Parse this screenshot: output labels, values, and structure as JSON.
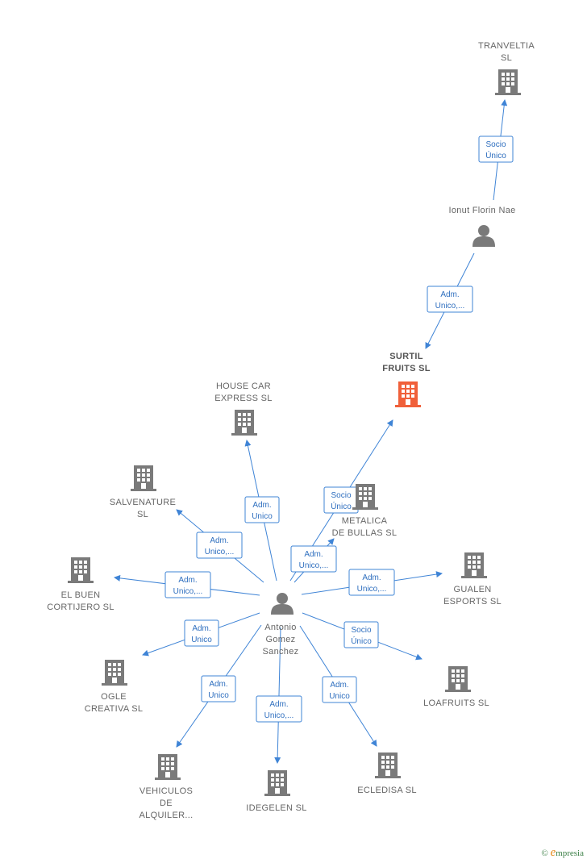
{
  "colors": {
    "company": "#7a7a7a",
    "focus": "#f0603a",
    "person": "#7a7a7a",
    "edge": "#3f84d6"
  },
  "nodes": [
    {
      "id": "tranveltia",
      "type": "company",
      "lines": [
        "TRANVELTIA",
        "SL"
      ]
    },
    {
      "id": "ionut",
      "type": "person",
      "lines": [
        "Ionut Florin Nae"
      ]
    },
    {
      "id": "surtil",
      "type": "company",
      "focus": true,
      "lines": [
        "SURTIL",
        "FRUITS  SL"
      ]
    },
    {
      "id": "housecar",
      "type": "company",
      "lines": [
        "HOUSE CAR",
        "EXPRESS SL"
      ]
    },
    {
      "id": "salvenature",
      "type": "company",
      "lines": [
        "SALVENATURE",
        "SL"
      ]
    },
    {
      "id": "metalica",
      "type": "company",
      "lines": [
        "METALICA",
        "DE BULLAS  SL"
      ]
    },
    {
      "id": "elbuen",
      "type": "company",
      "lines": [
        "EL BUEN",
        "CORTIJERO SL"
      ]
    },
    {
      "id": "gualen",
      "type": "company",
      "lines": [
        "GUALEN",
        "ESPORTS  SL"
      ]
    },
    {
      "id": "antonio",
      "type": "person",
      "lines": [
        "Antonio",
        "Gomez",
        "Sanchez"
      ]
    },
    {
      "id": "ogle",
      "type": "company",
      "lines": [
        "OGLE",
        "CREATIVA SL"
      ]
    },
    {
      "id": "loafruits",
      "type": "company",
      "lines": [
        "LOAFRUITS  SL"
      ]
    },
    {
      "id": "vehiculos",
      "type": "company",
      "lines": [
        "VEHICULOS",
        "DE",
        "ALQUILER..."
      ]
    },
    {
      "id": "idegelen",
      "type": "company",
      "lines": [
        "IDEGELEN  SL"
      ]
    },
    {
      "id": "ecledisa",
      "type": "company",
      "lines": [
        "ECLEDISA SL"
      ]
    }
  ],
  "edges": [
    {
      "from": "ionut",
      "to": "tranveltia",
      "label": [
        "Socio",
        "Único"
      ]
    },
    {
      "from": "ionut",
      "to": "surtil",
      "label": [
        "Adm.",
        "Unico,..."
      ]
    },
    {
      "from": "antonio",
      "to": "surtil",
      "label": [
        "Socio",
        "Único"
      ]
    },
    {
      "from": "antonio",
      "to": "housecar",
      "label": [
        "Adm.",
        "Unico"
      ]
    },
    {
      "from": "antonio",
      "to": "salvenature",
      "label": [
        "Adm.",
        "Unico,..."
      ]
    },
    {
      "from": "antonio",
      "to": "metalica",
      "label": [
        "Adm.",
        "Unico,..."
      ]
    },
    {
      "from": "antonio",
      "to": "elbuen",
      "label": [
        "Adm.",
        "Unico,..."
      ]
    },
    {
      "from": "antonio",
      "to": "gualen",
      "label": [
        "Adm.",
        "Unico,..."
      ]
    },
    {
      "from": "antonio",
      "to": "ogle",
      "label": [
        "Adm.",
        "Unico"
      ]
    },
    {
      "from": "antonio",
      "to": "loafruits",
      "label": [
        "Socio",
        "Único"
      ]
    },
    {
      "from": "antonio",
      "to": "vehiculos",
      "label": [
        "Adm.",
        "Unico"
      ]
    },
    {
      "from": "antonio",
      "to": "idegelen",
      "label": [
        "Adm.",
        "Unico,..."
      ]
    },
    {
      "from": "antonio",
      "to": "ecledisa",
      "label": [
        "Adm.",
        "Unico"
      ]
    }
  ],
  "footer": {
    "copyright": "©",
    "brand_initial": "e",
    "brand_rest": "mpresia"
  }
}
